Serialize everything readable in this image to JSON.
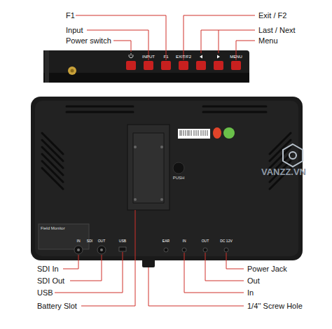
{
  "diagram": {
    "labels": [
      "F1",
      "Input",
      "Power switch",
      "Exit / F2",
      "Last / Next",
      "Menu",
      "INPUT",
      "F1",
      "EXIT/F2",
      "MENU",
      "PUSH",
      "Field Monitor",
      "IN",
      "SDI",
      "OUT",
      "USB",
      "EAR",
      "IN",
      "OUT",
      "DC 12V",
      "SDI In",
      "SDI Out",
      "USB",
      "Battery Slot",
      "Power Jack",
      "Out",
      "In",
      "1/4'' Screw Hole",
      "VANZZ.VN"
    ]
  }
}
